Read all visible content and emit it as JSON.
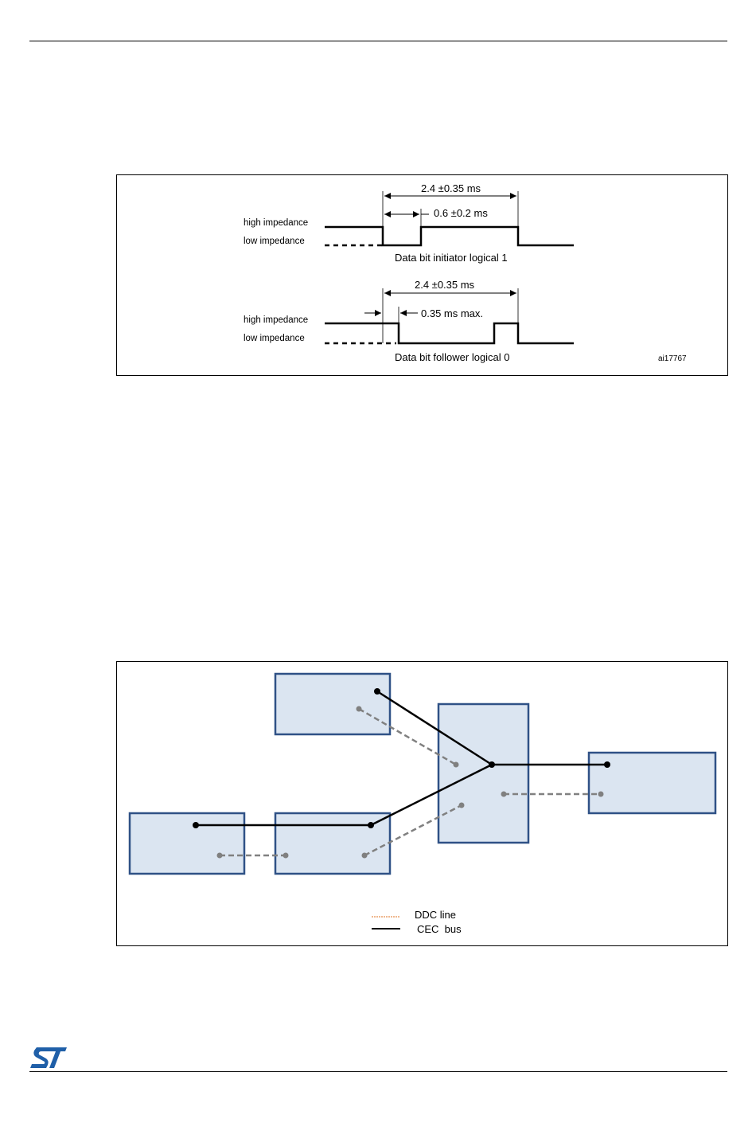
{
  "timing": {
    "initiator": {
      "period": "2.4 ±0.35 ms",
      "low_time": "0.6 ±0.2 ms",
      "high_label": "high impedance",
      "low_label": "low impedance",
      "caption": "Data bit initiator logical 1"
    },
    "follower": {
      "period": "2.4 ±0.35 ms",
      "max_delay": "0.35 ms max.",
      "high_label": "high impedance",
      "low_label": "low impedance",
      "caption": "Data bit follower logical 0"
    },
    "figure_id": "ai17767"
  },
  "network": {
    "legend": [
      {
        "label": "DDC line",
        "color": "#e07020"
      },
      {
        "label": "CEC  bus",
        "color": "#000000"
      }
    ],
    "colors": {
      "box_fill": "#dbe5f1",
      "box_border": "#2f5186",
      "ddc_line": "#808080",
      "cec_line": "#000000"
    }
  },
  "footer": {
    "logo": "st-logo-icon"
  }
}
